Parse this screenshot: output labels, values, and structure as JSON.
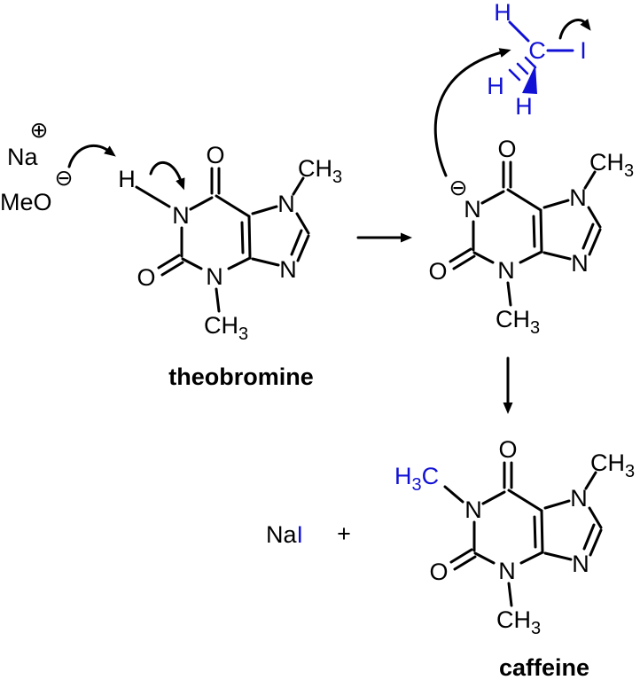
{
  "colors": {
    "black": "#000000",
    "blue": "#1111d6",
    "background": "#ffffff"
  },
  "reagents": {
    "sodium_cation": {
      "symbol": "Na",
      "charge": "⊕"
    },
    "methoxide_anion": {
      "symbol": "MeO",
      "charge": "⊖"
    }
  },
  "molecules": {
    "theobromine": {
      "name": "theobromine",
      "atoms": {
        "h1": "H",
        "n1": "N",
        "o6": "O",
        "o2": "O",
        "n3": "N",
        "n7": "N",
        "n9": "N"
      },
      "methyls": {
        "n7": {
          "text": "CH",
          "sub": "3"
        },
        "n3": {
          "text": "CH",
          "sub": "3"
        }
      }
    },
    "methyl_iodide": {
      "atoms": {
        "h_top": "H",
        "c": "C",
        "i": "I",
        "h_left": "H",
        "h_bottom": "H"
      }
    },
    "theobromine_anion": {
      "charge": "⊖",
      "atoms": {
        "n1": "N",
        "o6": "O",
        "o2": "O",
        "n3": "N",
        "n7": "N",
        "n9": "N"
      },
      "methyls": {
        "n7": {
          "text": "CH",
          "sub": "3"
        },
        "n3": {
          "text": "CH",
          "sub": "3"
        }
      }
    },
    "caffeine": {
      "name": "caffeine",
      "n1_methyl": {
        "h": "H",
        "sub": "3",
        "c": "C"
      },
      "atoms": {
        "n1": "N",
        "o6": "O",
        "o2": "O",
        "n3": "N",
        "n7": "N",
        "n9": "N"
      },
      "methyls": {
        "n7": {
          "text": "CH",
          "sub": "3"
        },
        "n3": {
          "text": "CH",
          "sub": "3"
        }
      }
    }
  },
  "products": {
    "sodium_iodide": {
      "sodium": "Na",
      "iodine": "I"
    },
    "plus_sign": "+"
  }
}
